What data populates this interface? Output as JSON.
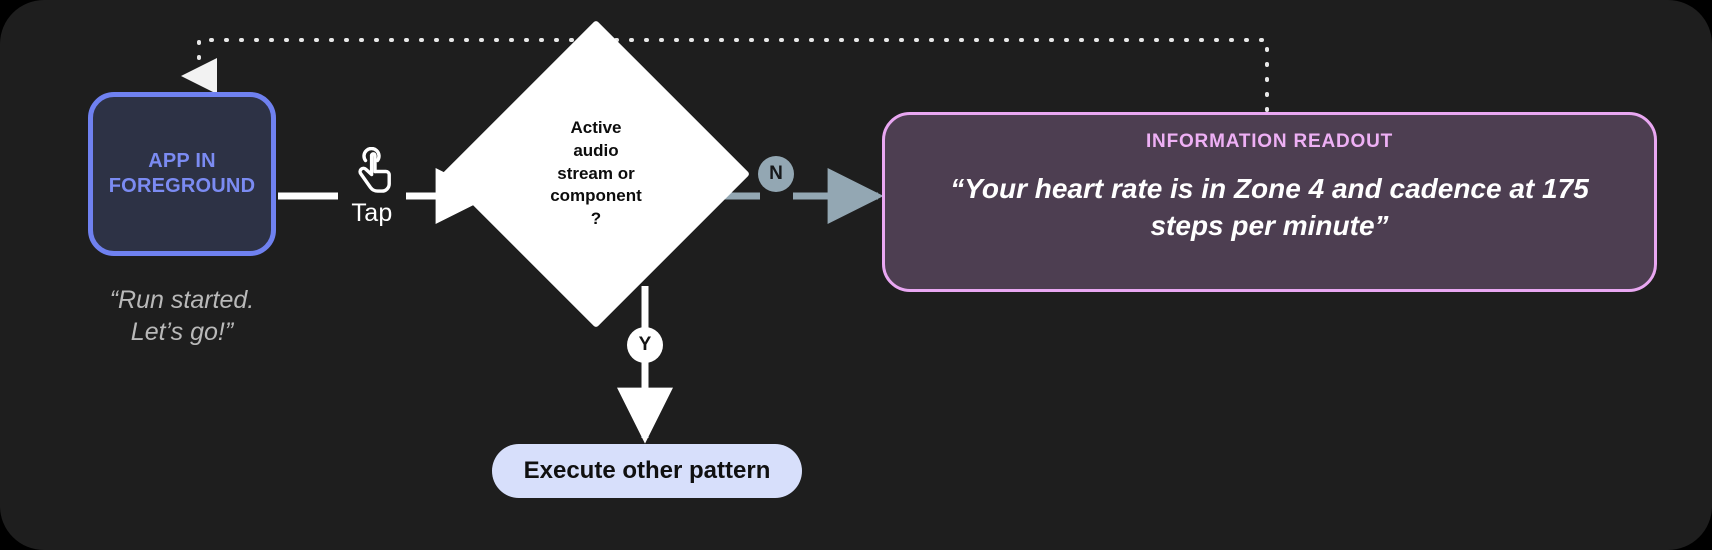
{
  "canvas": {
    "background": "#1e1e1e",
    "page_background": "#000000"
  },
  "nodes": {
    "app": {
      "line1": "APP IN",
      "line2": "FOREGROUND",
      "text_color": "#7b8bf2",
      "border_color": "#6f81f0",
      "fill_color": "#2d3245"
    },
    "app_caption": {
      "line1": "“Run started.",
      "line2": "Let’s go!”",
      "color": "#b9b9b9"
    },
    "tap": {
      "label": "Tap",
      "icon": "tap-hand-icon",
      "color": "#ffffff"
    },
    "decision": {
      "line1": "Active",
      "line2": "audio",
      "line3": "stream or",
      "line4": "component",
      "line5": "?",
      "fill_color": "#ffffff",
      "text_color": "#0d0d0d"
    },
    "execute": {
      "label": "Execute other pattern",
      "fill_color": "#d7dffb",
      "text_color": "#101010"
    },
    "readout": {
      "title": "INFORMATION READOUT",
      "line1": "“Your heart rate is in Zone 4 and cadence at",
      "line2": "175 steps per minute”",
      "title_color": "#eeb0f5",
      "body_color": "#ffffff",
      "fill_color": "#4d3e51",
      "border_color": "#e9a7f2"
    }
  },
  "badges": {
    "yes": {
      "label": "Y",
      "fill_color": "#ffffff",
      "text_color": "#141414"
    },
    "no": {
      "label": "N",
      "fill_color": "#93a7b3",
      "text_color": "#16181a"
    }
  },
  "connectors": {
    "app_to_tap_color": "#ffffff",
    "tap_to_decision_color": "#ffffff",
    "decision_to_execute_color": "#ffffff",
    "no_to_readout_color": "#93a7b3",
    "feedback_dotted_color": "#e8e8e8"
  }
}
